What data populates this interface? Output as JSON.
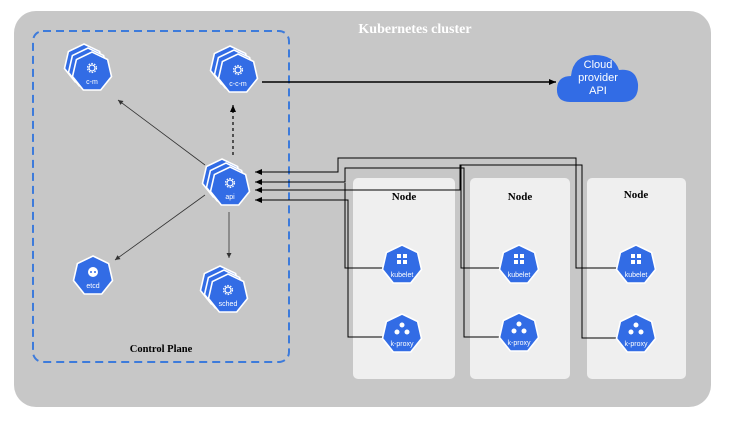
{
  "diagram": {
    "cluster_title": "Kubernetes cluster",
    "control_plane_label": "Control Plane",
    "cloud": {
      "lines": [
        "Cloud",
        "provider",
        "API"
      ]
    },
    "components": {
      "cm": "c-m",
      "ccm": "c-c-m",
      "api": "api",
      "etcd": "etcd",
      "sched": "sched"
    },
    "nodes": [
      {
        "title": "Node",
        "kubelet": "kubelet",
        "kproxy": "k-proxy"
      },
      {
        "title": "Node",
        "kubelet": "kubelet",
        "kproxy": "k-proxy"
      },
      {
        "title": "Node",
        "kubelet": "kubelet",
        "kproxy": "k-proxy"
      }
    ],
    "colors": {
      "cluster_bg": "#c7c7c7",
      "node_bg": "#efefef",
      "k8s_blue": "#326ce5",
      "control_plane_border": "#3d7bdb",
      "arrow": "#000000"
    }
  }
}
